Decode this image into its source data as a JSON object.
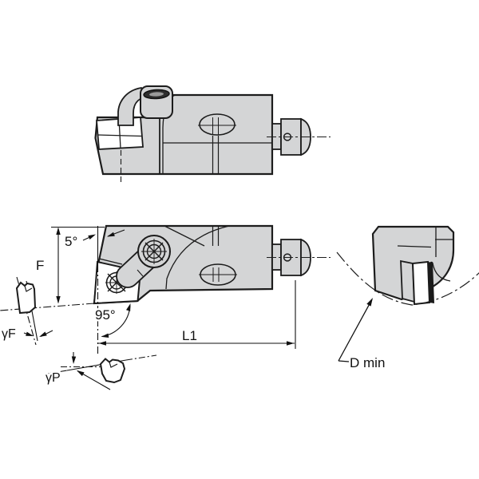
{
  "drawing": {
    "kind": "toolholder-engineering-drawing",
    "labels": {
      "back_angle": "5°",
      "functional_width": "F",
      "lead_angle": "95°",
      "functional_length": "L1",
      "rake_angle_f": "γF",
      "rake_angle_p": "γP",
      "min_bore_diameter": "D min"
    },
    "colors": {
      "body_fill": "#d4d5d6",
      "insert_fill": "#ffffff",
      "outline": "#1c1c1c",
      "thin_line": "#1c1c1c",
      "screw_hole_dark": "#2e2e2e",
      "background": "#ffffff"
    }
  }
}
